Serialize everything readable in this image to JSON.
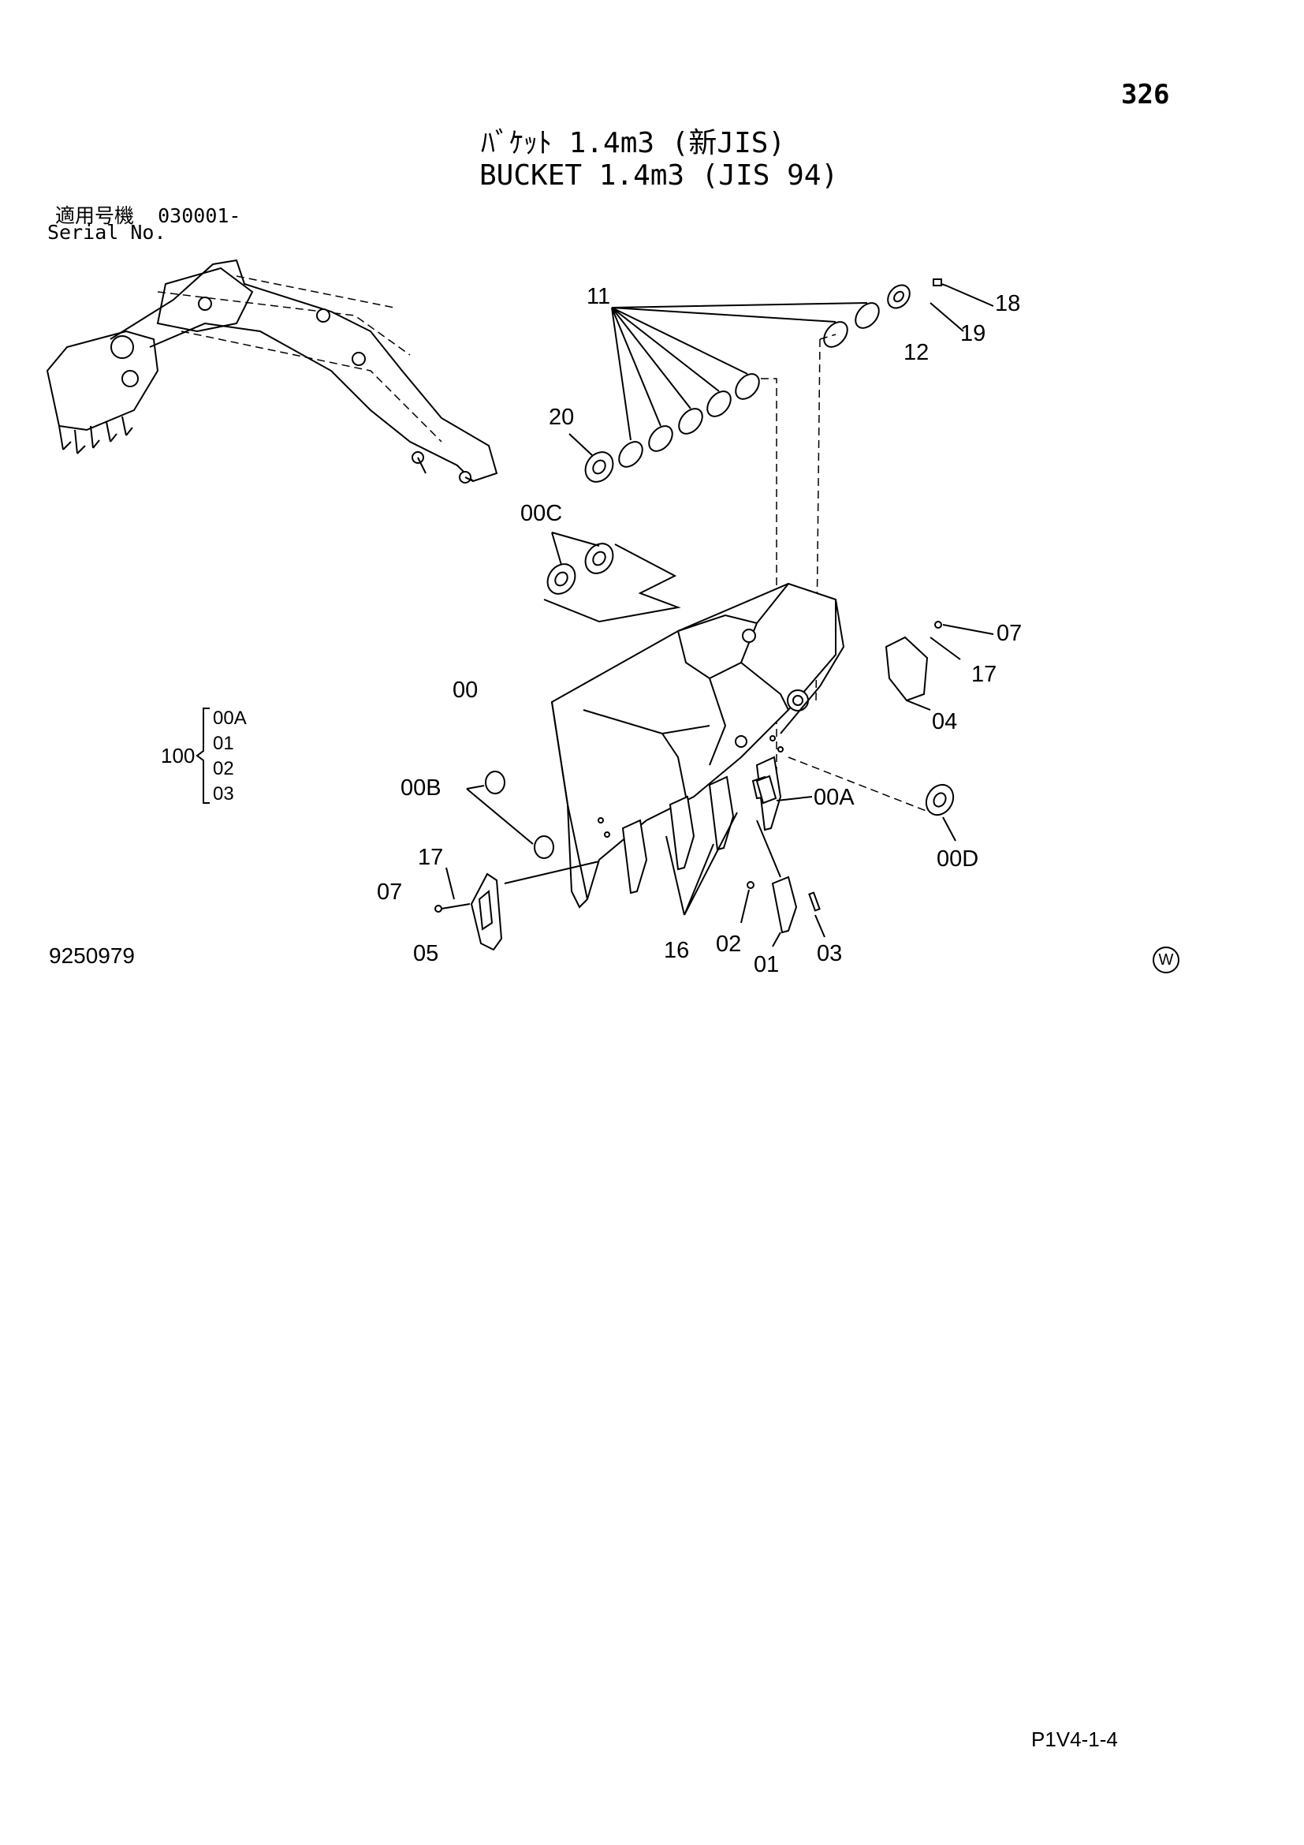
{
  "header": {
    "page_number": "326",
    "title_jp": "ﾊﾞｹｯﾄ 1.4m3 (新JIS)",
    "title_en": "BUCKET 1.4m3 (JIS 94)"
  },
  "serial": {
    "label_jp": "適用号機",
    "value": "030001-",
    "label_en": "Serial No."
  },
  "assembly": {
    "parent": "100",
    "children": [
      "00A",
      "01",
      "02",
      "03"
    ]
  },
  "callouts": {
    "c11": "11",
    "c18": "18",
    "c19": "19",
    "c12": "12",
    "c20": "20",
    "c00C": "00C",
    "c07a": "07",
    "c17a": "17",
    "c00": "00",
    "c04": "04",
    "c00B": "00B",
    "c00A": "00A",
    "c17b": "17",
    "c07b": "07",
    "c00D": "00D",
    "c16": "16",
    "c02": "02",
    "c01": "01",
    "c03": "03",
    "c05": "05"
  },
  "footer": {
    "figure_number": "9250979",
    "mark": "W",
    "code": "P1V4-1-4"
  }
}
